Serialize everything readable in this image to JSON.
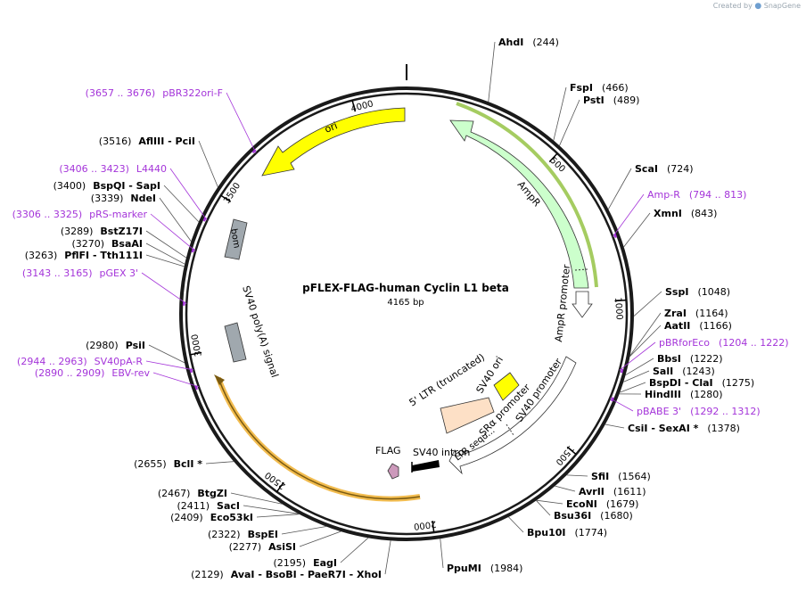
{
  "brand": {
    "created_by": "Created by",
    "app": "SnapGene"
  },
  "plasmid": {
    "name": "pFLEX-FLAG-human Cyclin L1 beta",
    "size_label": "4165 bp",
    "length": 4165
  },
  "colors": {
    "backbone": "#1a1a1a",
    "ori": "#ffff00",
    "ampr": "#ccffcc",
    "primer": "#a434d9",
    "enzyme_line": "#555555",
    "glow_green": "#8fbf3a",
    "glow_orange": "#f0b030"
  },
  "ticks": [
    {
      "label": "500",
      "bp": 500
    },
    {
      "label": "1000",
      "bp": 1000
    },
    {
      "label": "1500",
      "bp": 1500
    },
    {
      "label": "2000",
      "bp": 2000
    },
    {
      "label": "2500",
      "bp": 2500
    },
    {
      "label": "3000",
      "bp": 3000
    },
    {
      "label": "3500",
      "bp": 3500
    },
    {
      "label": "4000",
      "bp": 4000
    }
  ],
  "right_labels": [
    {
      "name": "AhdI",
      "pos": "(244)",
      "type": "enzyme",
      "bp": 244
    },
    {
      "name": "FspI",
      "pos": "(466)",
      "type": "enzyme",
      "bp": 466
    },
    {
      "name": "PstI",
      "pos": "(489)",
      "type": "enzyme",
      "bp": 489
    },
    {
      "name": "ScaI",
      "pos": "(724)",
      "type": "enzyme",
      "bp": 724
    },
    {
      "name": "Amp-R",
      "pos": "(794 .. 813)",
      "type": "primer",
      "bp": 804
    },
    {
      "name": "XmnI",
      "pos": "(843)",
      "type": "enzyme",
      "bp": 843
    },
    {
      "name": "SspI",
      "pos": "(1048)",
      "type": "enzyme",
      "bp": 1048
    },
    {
      "name": "ZraI",
      "pos": "(1164)",
      "type": "enzyme",
      "bp": 1164
    },
    {
      "name": "AatII",
      "pos": "(1166)",
      "type": "enzyme",
      "bp": 1166
    },
    {
      "name": "pBRforEco",
      "pos": "(1204 .. 1222)",
      "type": "primer",
      "bp": 1213
    },
    {
      "name": "BbsI",
      "pos": "(1222)",
      "type": "enzyme",
      "bp": 1222
    },
    {
      "name": "SalI",
      "pos": "(1243)",
      "type": "enzyme",
      "bp": 1243
    },
    {
      "name": "BspDI   - ClaI",
      "pos": "(1275)",
      "type": "enzyme",
      "bp": 1275
    },
    {
      "name": "HindIII",
      "pos": "(1280)",
      "type": "enzyme",
      "bp": 1280
    },
    {
      "name": "pBABE 3'",
      "pos": "(1292 .. 1312)",
      "type": "primer",
      "bp": 1302
    },
    {
      "name": "CsiI   - SexAI *",
      "pos": "(1378)",
      "type": "enzyme",
      "bp": 1378
    },
    {
      "name": "SfiI",
      "pos": "(1564)",
      "type": "enzyme",
      "bp": 1564
    },
    {
      "name": "AvrII",
      "pos": "(1611)",
      "type": "enzyme",
      "bp": 1611
    },
    {
      "name": "EcoNI",
      "pos": "(1679)",
      "type": "enzyme",
      "bp": 1679
    },
    {
      "name": "Bsu36I",
      "pos": "(1680)",
      "type": "enzyme",
      "bp": 1680
    },
    {
      "name": "Bpu10I",
      "pos": "(1774)",
      "type": "enzyme",
      "bp": 1774
    },
    {
      "name": "PpuMI",
      "pos": "(1984)",
      "type": "enzyme",
      "bp": 1984
    }
  ],
  "left_labels": [
    {
      "pos": "(3657 .. 3676)",
      "name": "pBR322ori-F",
      "type": "primer",
      "bp": 3666
    },
    {
      "pos": "(3516)",
      "name": "AflIII   - PciI",
      "type": "enzyme",
      "bp": 3516
    },
    {
      "pos": "(3406 .. 3423)",
      "name": "L4440",
      "type": "primer",
      "bp": 3414
    },
    {
      "pos": "(3400)",
      "name": "BspQI   - SapI",
      "type": "enzyme",
      "bp": 3400
    },
    {
      "pos": "(3339)",
      "name": "NdeI",
      "type": "enzyme",
      "bp": 3339
    },
    {
      "pos": "(3306 .. 3325)",
      "name": "pRS-marker",
      "type": "primer",
      "bp": 3315
    },
    {
      "pos": "(3289)",
      "name": "BstZ17I",
      "type": "enzyme",
      "bp": 3289
    },
    {
      "pos": "(3270)",
      "name": "BsaAI",
      "type": "enzyme",
      "bp": 3270
    },
    {
      "pos": "(3263)",
      "name": "PflFI   - Tth111I",
      "type": "enzyme",
      "bp": 3263
    },
    {
      "pos": "(3143 .. 3165)",
      "name": "pGEX 3'",
      "type": "primer",
      "bp": 3154
    },
    {
      "pos": "(2980)",
      "name": "PsiI",
      "type": "enzyme",
      "bp": 2980
    },
    {
      "pos": "(2944 .. 2963)",
      "name": "SV40pA-R",
      "type": "primer",
      "bp": 2953
    },
    {
      "pos": "(2890 .. 2909)",
      "name": "EBV-rev",
      "type": "primer",
      "bp": 2900
    },
    {
      "pos": "(2655)",
      "name": "BclI *",
      "type": "enzyme",
      "bp": 2655
    },
    {
      "pos": "(2467)",
      "name": "BtgZI",
      "type": "enzyme",
      "bp": 2467
    },
    {
      "pos": "(2411)",
      "name": "SacI",
      "type": "enzyme",
      "bp": 2411
    },
    {
      "pos": "(2409)",
      "name": "Eco53kI",
      "type": "enzyme",
      "bp": 2409
    },
    {
      "pos": "(2322)",
      "name": "BspEI",
      "type": "enzyme",
      "bp": 2322
    },
    {
      "pos": "(2277)",
      "name": "AsiSI",
      "type": "enzyme",
      "bp": 2277
    },
    {
      "pos": "(2195)",
      "name": "EagI",
      "type": "enzyme",
      "bp": 2195
    },
    {
      "pos": "(2129)",
      "name": "AvaI   - BsoBI   - PaeR7I   - XhoI",
      "type": "enzyme",
      "bp": 2129
    }
  ],
  "features": {
    "ori": "ori",
    "ampr": "AmpR",
    "ampr_promoter": "AmpR promoter",
    "bom": "bom",
    "sv40_polya": "SV40 poly(A) signal",
    "ltr": "5' LTR (truncated)",
    "sv40_ori": "SV40 ori",
    "sra_promoter": "SRα promoter",
    "ltr_seq": "LTR sequ...",
    "sv40_promoter": "SV40 promoter",
    "flag": "FLAG",
    "sv40_intron": "SV40 intron"
  }
}
